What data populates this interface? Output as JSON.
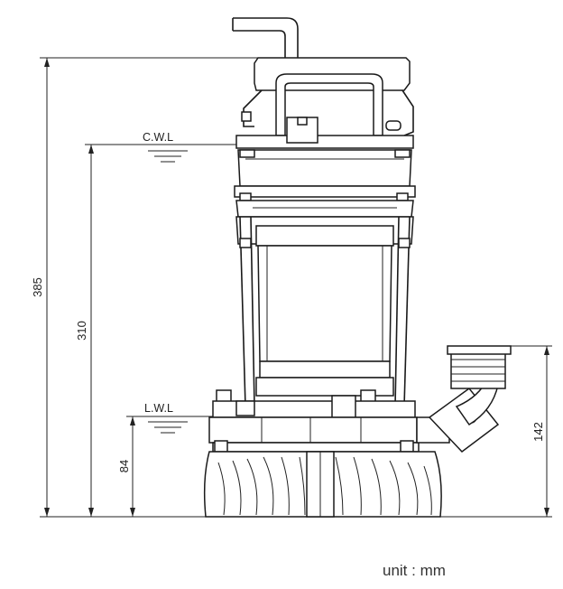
{
  "dimensions": {
    "overall_height": "385",
    "cwl_height": "310",
    "lwl_height": "84",
    "outlet_height": "142"
  },
  "levels": {
    "cwl_label": "C.W.L",
    "lwl_label": "L.W.L"
  },
  "unit_label": "unit : mm",
  "colors": {
    "line": "#1a1a1a",
    "background": "#ffffff"
  }
}
